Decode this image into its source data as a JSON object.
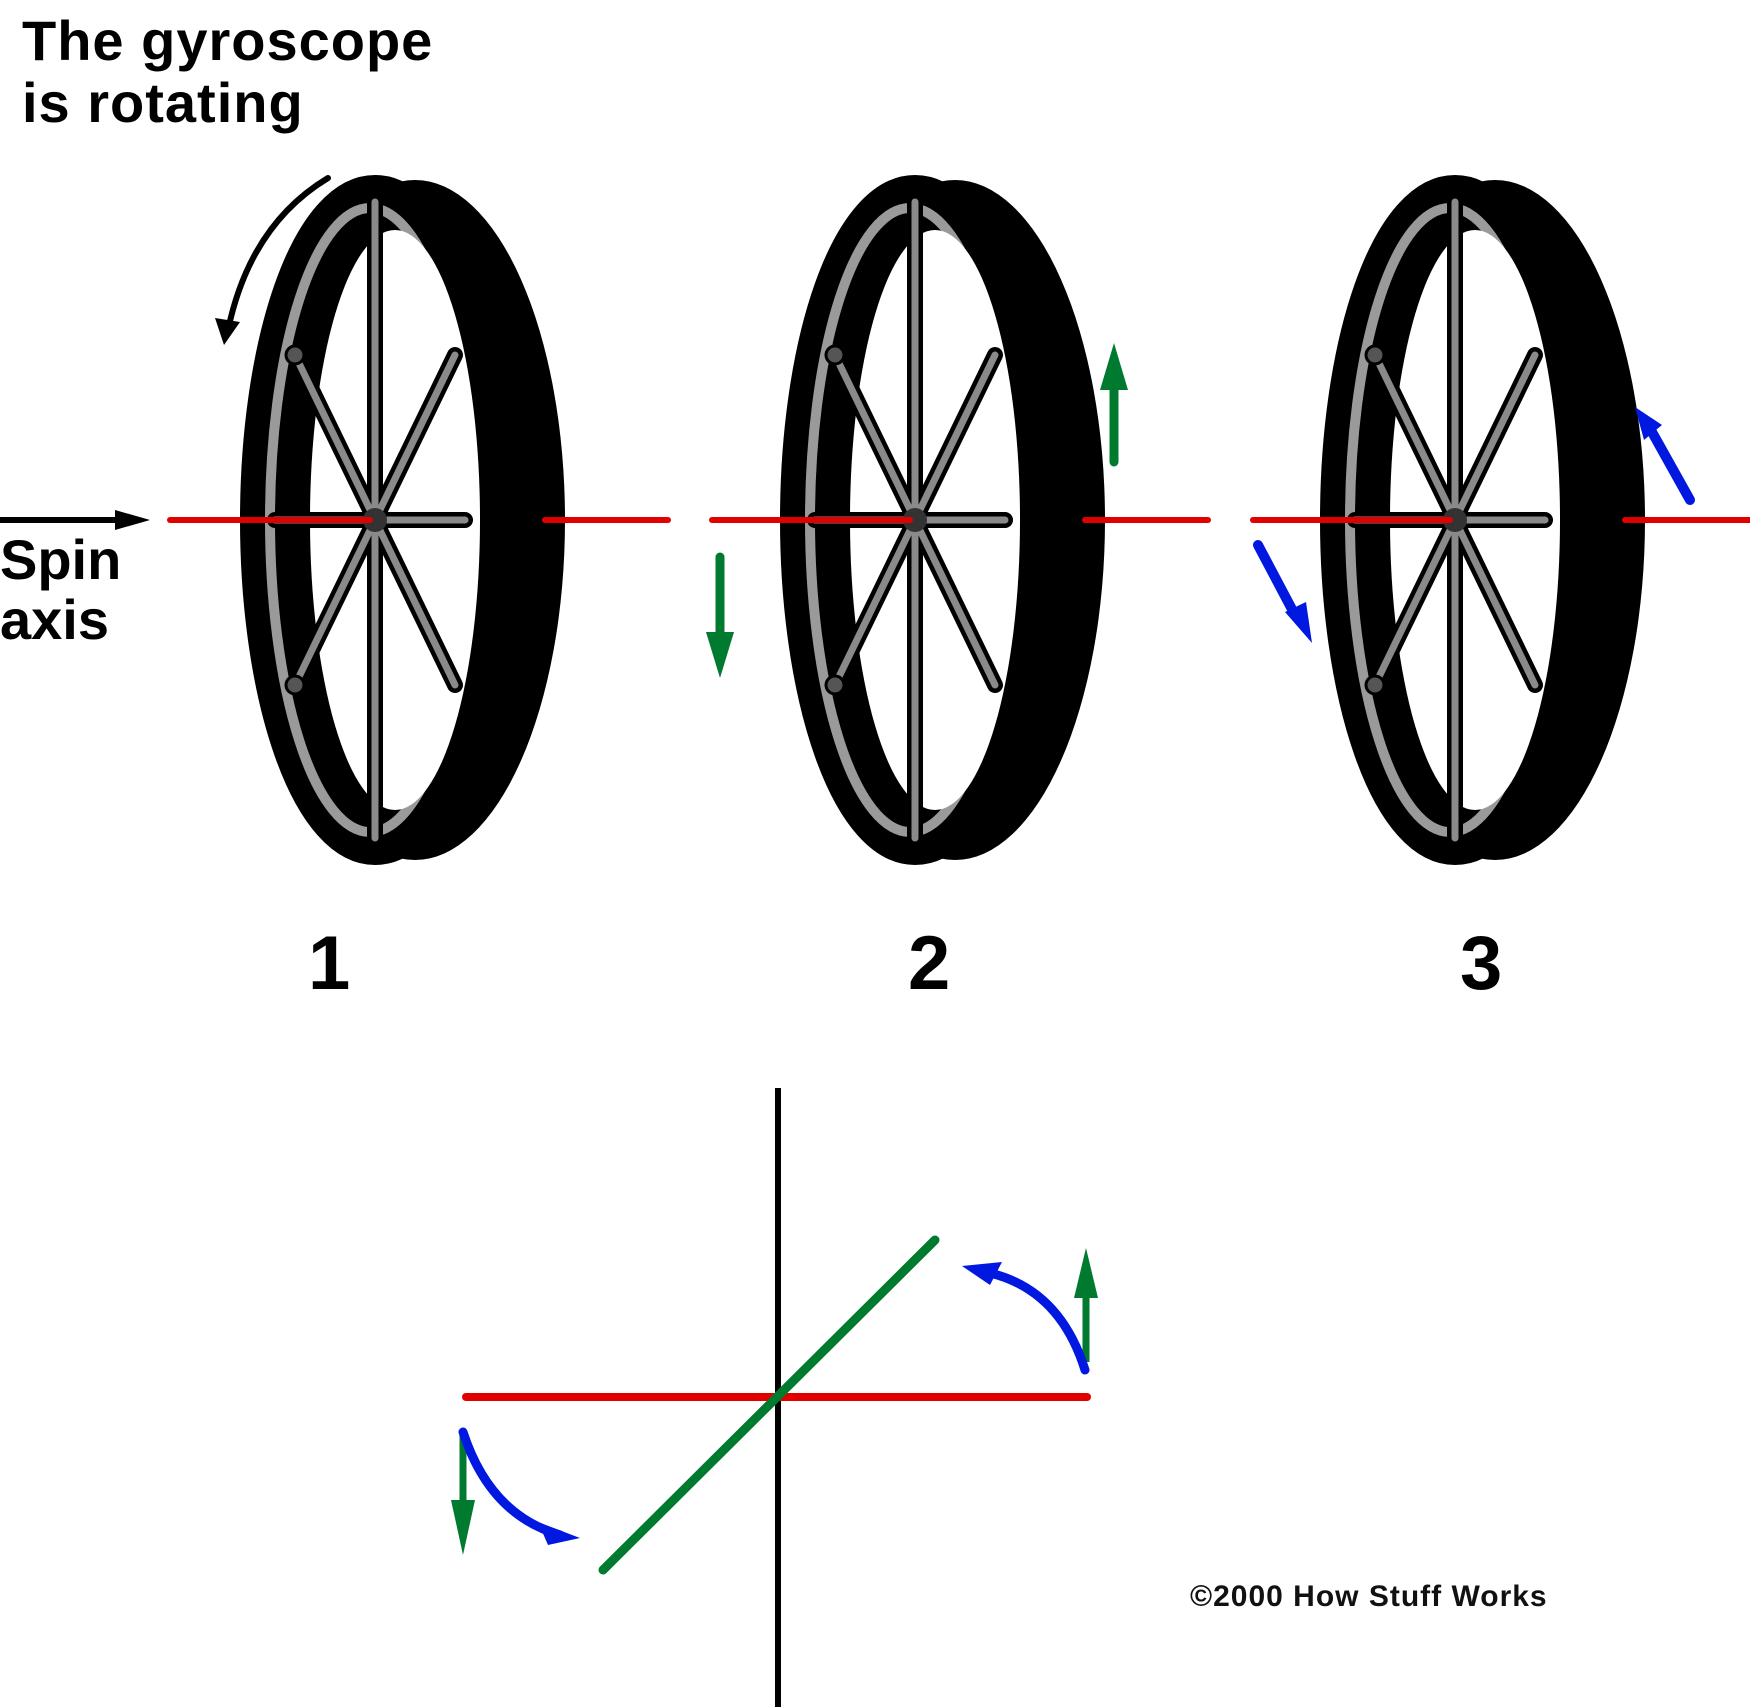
{
  "title": {
    "line1": "The gyroscope",
    "line2": "is rotating"
  },
  "spin_axis_label": {
    "line1": "Spin",
    "line2": "axis"
  },
  "panels": [
    {
      "number": "1",
      "arrow_color_name": "none"
    },
    {
      "number": "2",
      "arrow_color_name": "green"
    },
    {
      "number": "3",
      "arrow_color_name": "blue"
    }
  ],
  "copyright": "©2000 How Stuff Works",
  "colors": {
    "spin_axis": "#e00000",
    "precession_axis": "#007a2e",
    "rotation_arrow": "#0018e0",
    "wheel": "#000000",
    "spoke": "#8a8a8a"
  }
}
